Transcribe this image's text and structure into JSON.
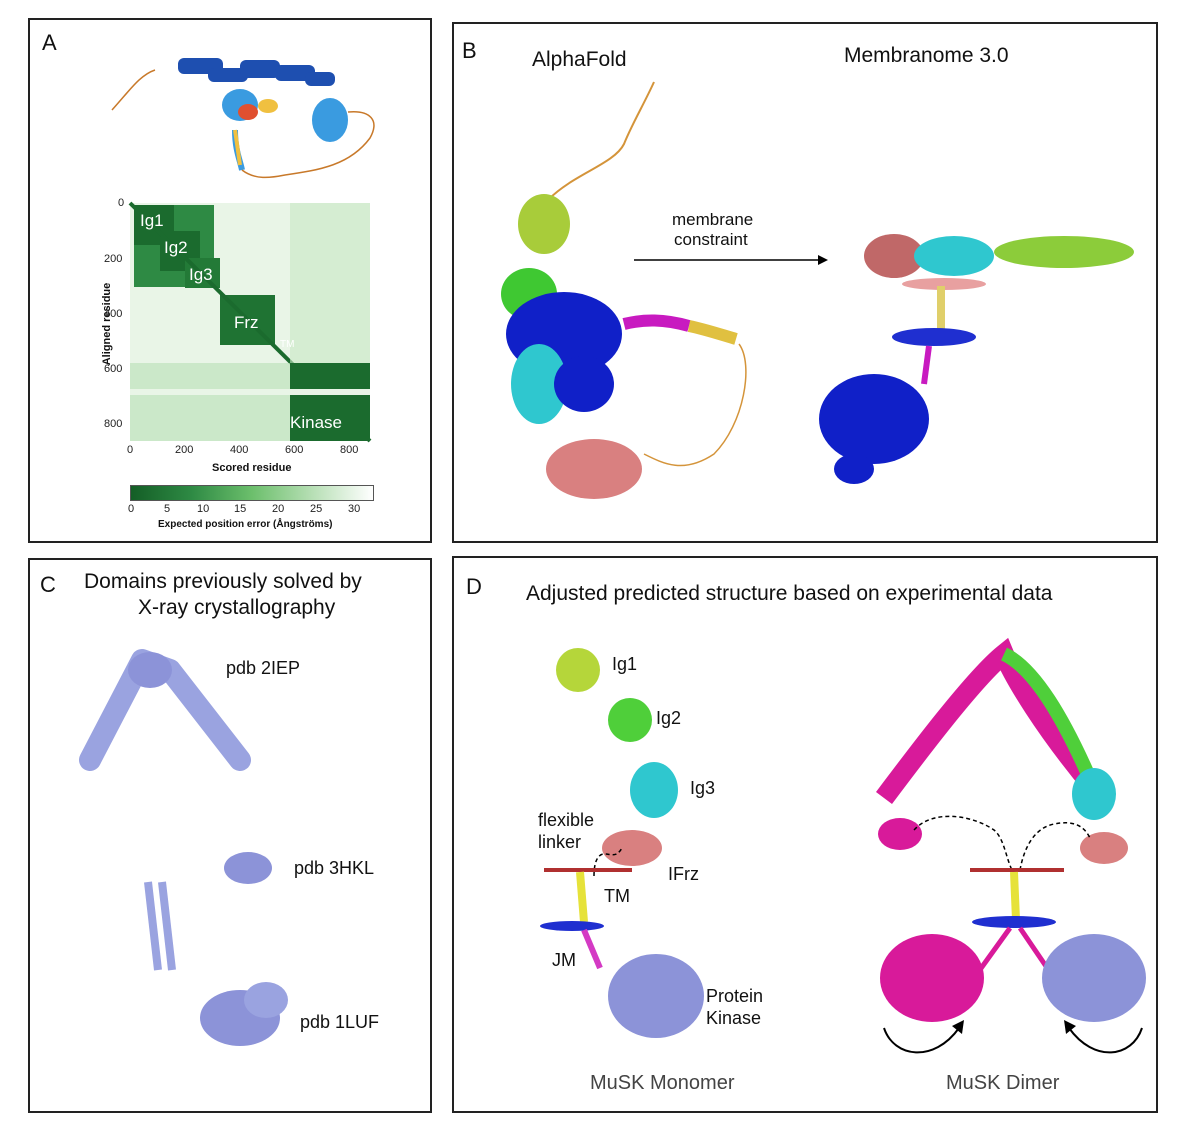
{
  "panelA": {
    "label": "A",
    "heatmap_domains": [
      "Ig1",
      "Ig2",
      "Ig3",
      "Frz",
      "TM",
      "Kinase"
    ],
    "y_axis_label": "Aligned residue",
    "x_axis_label": "Scored residue",
    "y_ticks": [
      "0",
      "200",
      "400",
      "600",
      "800"
    ],
    "x_ticks": [
      "0",
      "200",
      "400",
      "600",
      "800"
    ],
    "colorbar_ticks": [
      "0",
      "5",
      "10",
      "15",
      "20",
      "25",
      "30"
    ],
    "colorbar_label": "Expected position error (Ångströms)"
  },
  "panelB": {
    "label": "B",
    "left_title": "AlphaFold",
    "right_title": "Membranome 3.0",
    "arrow_label_line1": "membrane",
    "arrow_label_line2": "constraint"
  },
  "panelC": {
    "label": "C",
    "title_line1": "Domains previously solved by",
    "title_line2": "X-ray crystallography",
    "pdb1": "pdb 2IEP",
    "pdb2": "pdb 3HKL",
    "pdb3": "pdb 1LUF"
  },
  "panelD": {
    "label": "D",
    "title": "Adjusted predicted structure based on experimental data",
    "ig1": "Ig1",
    "ig2": "Ig2",
    "ig3": "Ig3",
    "linker_line1": "flexible",
    "linker_line2": "linker",
    "frz": "IFrz",
    "tm": "TM",
    "jm": "JM",
    "kinase_line1": "Protein",
    "kinase_line2": "Kinase",
    "monomer_caption": "MuSK Monomer",
    "dimer_caption": "MuSK Dimer"
  },
  "colors": {
    "heatmap_dark": "#1b6b2e",
    "heatmap_light": "#eaf6ea",
    "ig1": "#b5d63a",
    "ig2": "#4fcf3a",
    "ig3": "#2fc7cf",
    "frz": "#d98080",
    "tm": "#e6e23a",
    "jm": "#d43ac4",
    "kinase_blue": "#1020c8",
    "kinase_lavender": "#8c93d8",
    "magenta": "#d81a9a",
    "membrane_red": "#b03030",
    "membrane_blue": "#1f2fd0"
  }
}
